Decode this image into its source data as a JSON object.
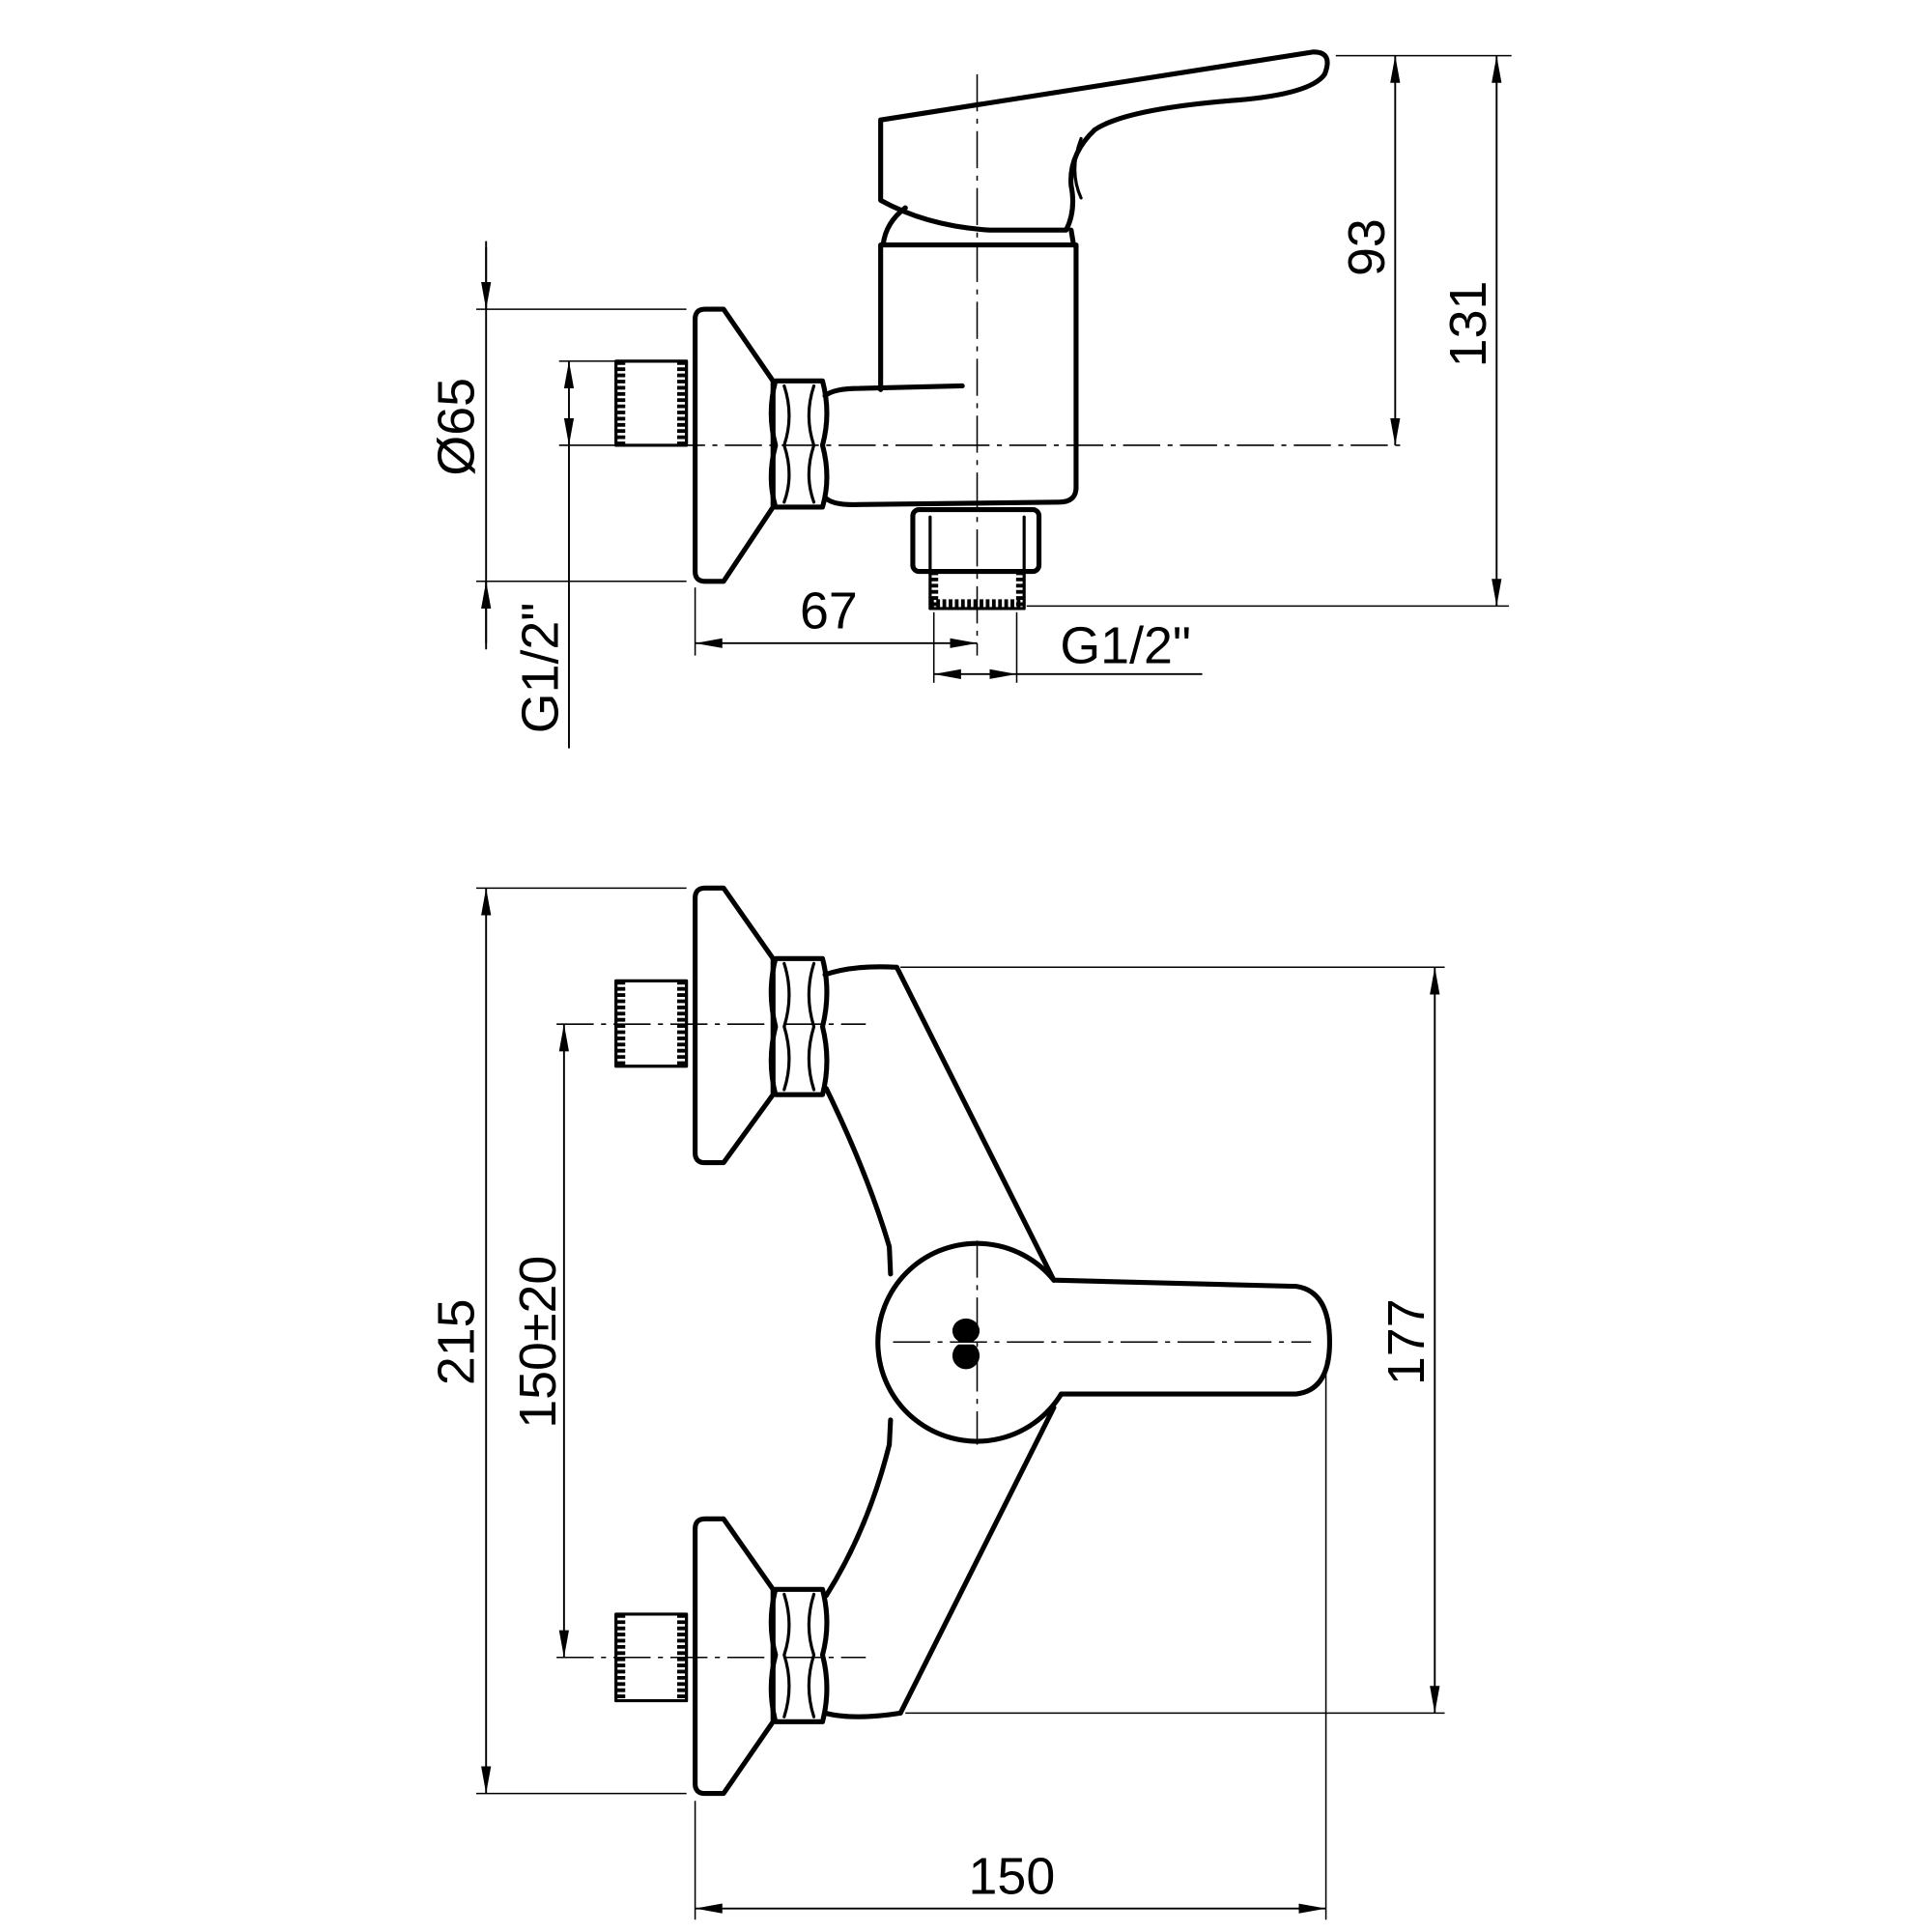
{
  "drawing": {
    "side_view": {
      "lever_height_label": "93",
      "total_height_label": "131",
      "escutcheon_diameter_label": "Ø65",
      "inlet_thread_label": "G1/2\"",
      "projection_label": "67",
      "outlet_thread_label": "G1/2\""
    },
    "front_view": {
      "total_height_label": "215",
      "inlet_spacing_label": "150±20",
      "body_height_label": "177",
      "width_label": "150"
    }
  },
  "colors": {
    "line": "#000000",
    "background": "#ffffff"
  }
}
